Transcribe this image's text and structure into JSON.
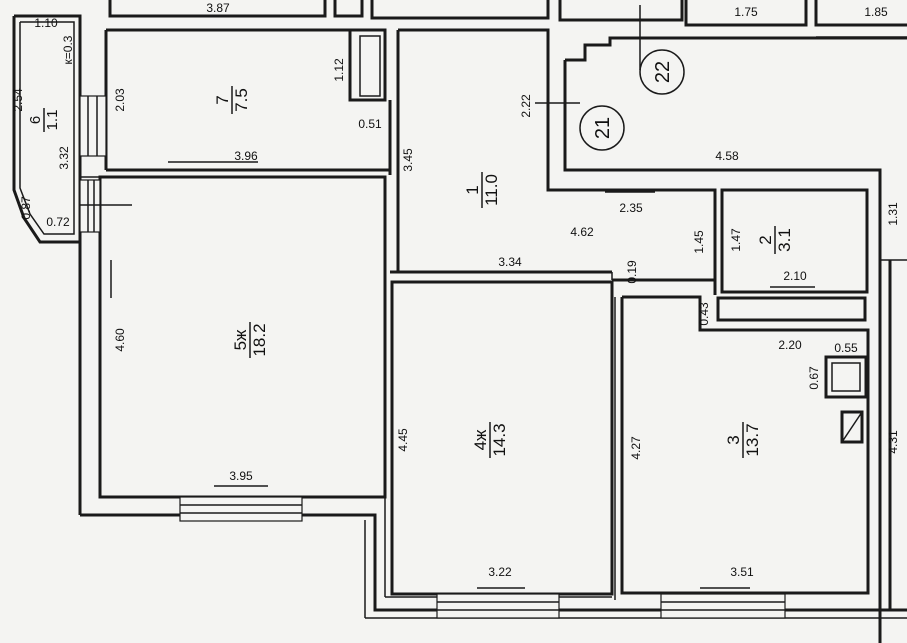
{
  "rooms": [
    {
      "num": "7",
      "area": "7.5"
    },
    {
      "num": "1",
      "area": "11.0"
    },
    {
      "num": "2",
      "area": "3.1"
    },
    {
      "num": "5ж",
      "area": "18.2"
    },
    {
      "num": "4ж",
      "area": "14.3"
    },
    {
      "num": "3",
      "area": "13.7"
    },
    {
      "num": "6",
      "area": "1.1"
    }
  ],
  "markers": [
    "22",
    "21"
  ],
  "dims": {
    "top_a": "3.87",
    "top_b": "1.75",
    "top_c": "1.85",
    "d110": "1.10",
    "k": "к=0.3",
    "d254": "2.54",
    "d332": "3.32",
    "d087": "0.87",
    "d072": "0.72",
    "d203": "2.03",
    "d112": "1.12",
    "d051": "0.51",
    "d396": "3.96",
    "d345": "3.45",
    "d222": "2.22",
    "d458": "4.58",
    "d235": "2.35",
    "d462": "4.62",
    "d145": "1.45",
    "d147": "1.47",
    "d210": "2.10",
    "d334": "3.34",
    "d019": "0.19",
    "d043": "0.43",
    "d220": "2.20",
    "d055": "0.55",
    "d067": "0.67",
    "d460": "4.60",
    "d395": "3.95",
    "d445": "4.45",
    "d322": "3.22",
    "d427": "4.27",
    "d351": "3.51",
    "d131": "1.31",
    "d431": "4.31"
  }
}
